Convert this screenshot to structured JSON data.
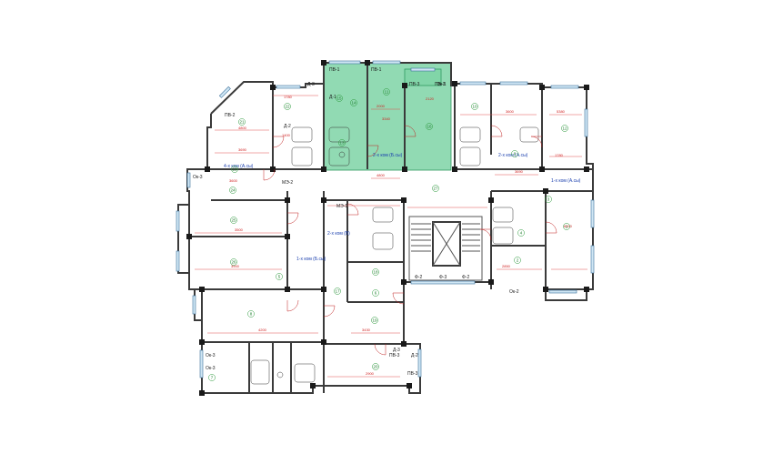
{
  "apartment_labels": [
    "4-х ком (А.сы)",
    "2-х ком (Б.сы)",
    "2-х ком (А.сы)",
    "1-х ком (А.сы)",
    "2-х ком (В)",
    "1-х ком (Б.сы)"
  ],
  "element_codes": [
    "ПВ-1",
    "ПВ-1",
    "ПВ-3",
    "ПВ-3",
    "ПВ-2",
    "Д-1",
    "Д-2",
    "Д-3",
    "Ок-3",
    "Ок-1",
    "Ок-2",
    "МЭ-1",
    "МЭ-2",
    "Ф-2",
    "Ф-3",
    "Ф-2",
    "ПВ-3",
    "ПВ-3",
    "Д-2",
    "Д-3",
    "Ок-3",
    "Ок-3"
  ],
  "dimension_texts": [
    "4800",
    "3690",
    "1780",
    "2000",
    "3600",
    "5380",
    "3500",
    "3900",
    "4200",
    "2900",
    "3430",
    "2850",
    "4800",
    "3690",
    "3600",
    "1400",
    "6000",
    "2120",
    "3340",
    "1780"
  ],
  "room_numbers": [
    "1",
    "2",
    "3",
    "4",
    "5",
    "6",
    "7",
    "8",
    "9",
    "10",
    "11",
    "12",
    "13",
    "14",
    "15",
    "16",
    "17",
    "18",
    "19",
    "20",
    "21",
    "22",
    "23",
    "24",
    "25",
    "26",
    "27"
  ]
}
